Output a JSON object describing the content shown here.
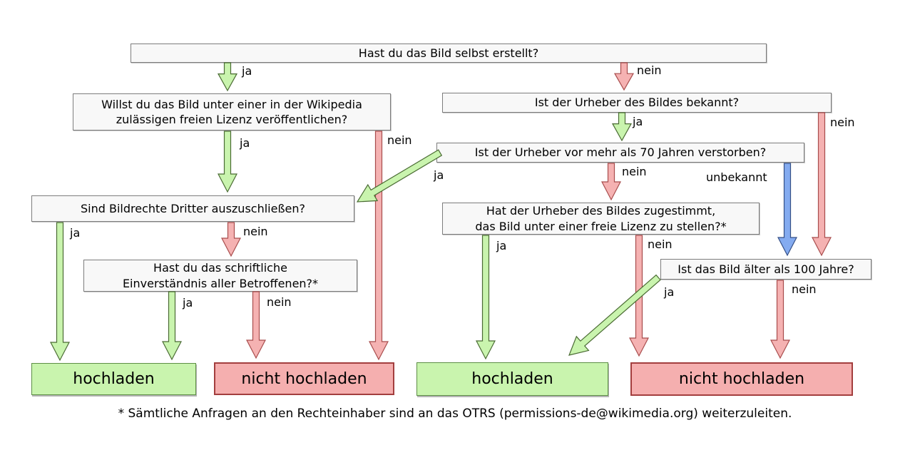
{
  "colors": {
    "green": {
      "fill": "#c9f4ae",
      "stroke": "#4a6b33"
    },
    "red": {
      "fill": "#f5b2b2",
      "stroke": "#a84c4c"
    },
    "blue": {
      "fill": "#84abf0",
      "stroke": "#344f86"
    }
  },
  "questions": {
    "q1": "Hast du das Bild selbst erstellt?",
    "q2": "Willst du das Bild unter einer in der Wikipedia\nzulässigen freien Lizenz veröffentlichen?",
    "q3": "Ist der Urheber des Bildes bekannt?",
    "q4": "Ist der Urheber vor mehr als 70 Jahren verstorben?",
    "q5": "Sind Bildrechte Dritter auszuschließen?",
    "q6": "Hast du das schriftliche\nEinverständnis aller Betroffenen?*",
    "q7": "Hat der Urheber des Bildes zugestimmt,\ndas Bild unter einer freie Lizenz zu stellen?*",
    "q8": "Ist das Bild älter als 100 Jahre?"
  },
  "results": {
    "upload_left": "hochladen",
    "no_upload_left": "nicht hochladen",
    "upload_right": "hochladen",
    "no_upload_right": "nicht hochladen"
  },
  "labels": {
    "l1": "ja",
    "l2": "nein",
    "l3": "ja",
    "l4": "nein",
    "l5": "ja",
    "l6": "nein",
    "l7": "unbekannt",
    "l8": "nein",
    "l9": "ja",
    "l10": "ja",
    "l11": "nein",
    "l12": "ja",
    "l13": "nein",
    "l14": "ja",
    "l15": "nein",
    "l16": "nein",
    "l17": "ja"
  },
  "footer": "* Sämtliche Anfragen an den Rechteinhaber sind an das OTRS (permissions-de@wikimedia.org) weiterzuleiten."
}
